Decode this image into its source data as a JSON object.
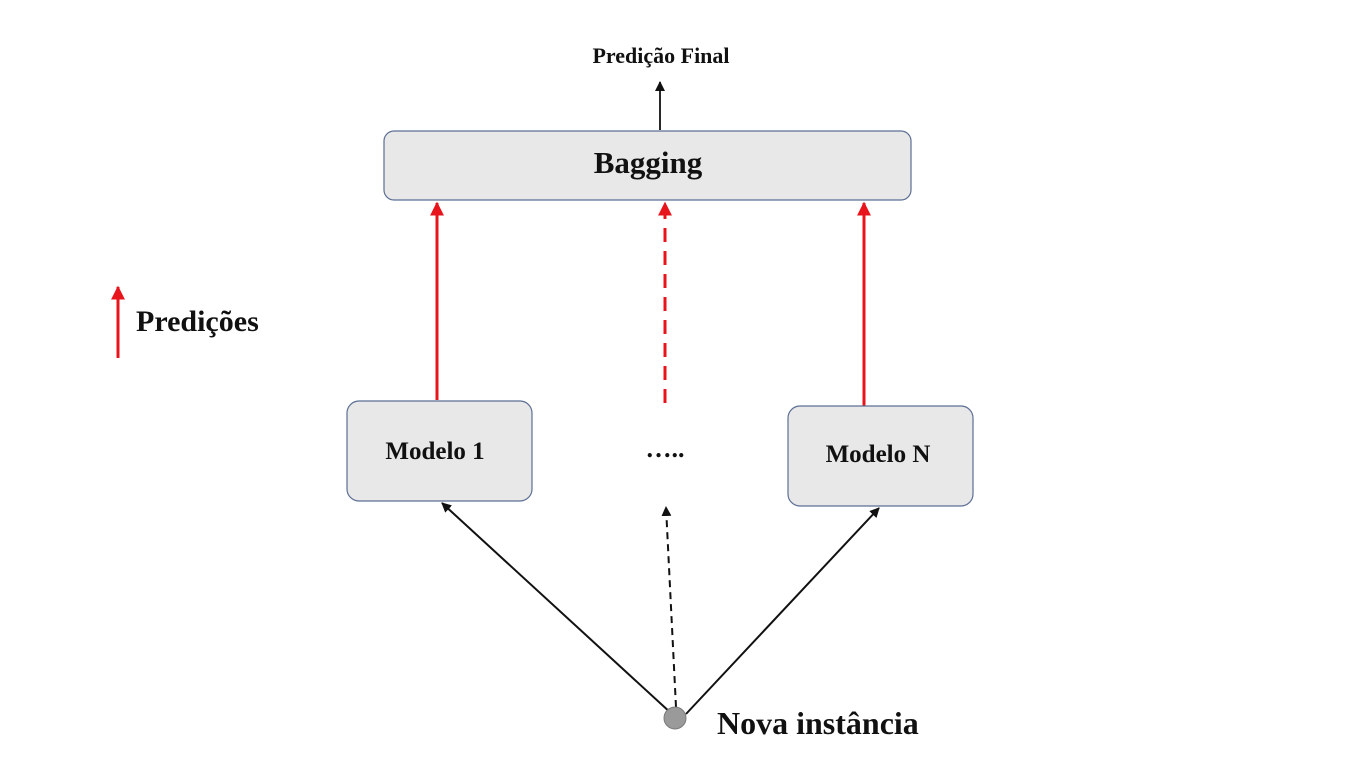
{
  "diagram": {
    "final_prediction_label": "Predição Final",
    "aggregator_label": "Bagging",
    "legend_label": "Predições",
    "model_first_label": "Modelo 1",
    "model_ellipsis_label": "…..",
    "model_last_label": "Modelo N",
    "new_instance_label": "Nova instância"
  },
  "colors": {
    "prediction_arrow": "#e8141c",
    "input_arrow": "#111111",
    "box_fill": "#e8e8e8",
    "box_border": "#5c6f94",
    "instance_node": "#9a9a9a"
  },
  "icons": [
    "arrow-up-icon",
    "dashed-arrow-icon",
    "circle-node-icon"
  ]
}
